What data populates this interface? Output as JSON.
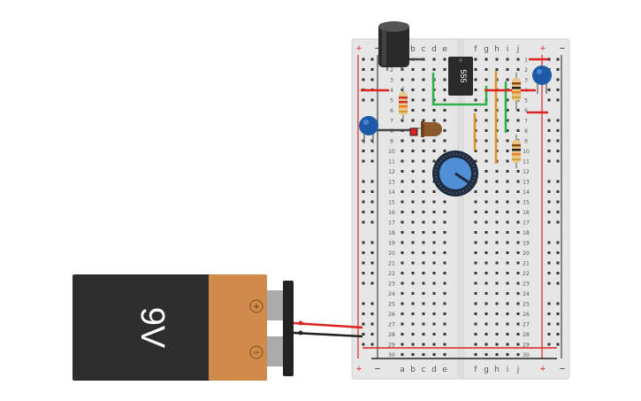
{
  "breadboard": {
    "columns_left": [
      "a",
      "b",
      "c",
      "d",
      "e"
    ],
    "columns_right": [
      "f",
      "g",
      "h",
      "i",
      "j"
    ],
    "row_numbers": [
      "1",
      "2",
      "3",
      "4",
      "5",
      "6",
      "7",
      "8",
      "9",
      "10",
      "11",
      "12",
      "13",
      "14",
      "15",
      "16",
      "17",
      "18",
      "19",
      "20",
      "21",
      "22",
      "23",
      "24",
      "25",
      "26",
      "27",
      "28",
      "29",
      "30"
    ],
    "rail_plus": "+",
    "rail_minus": "−",
    "colors": {
      "board": "#e8e8e8",
      "rail_red": "#d22",
      "rail_black": "#222",
      "hole": "#333"
    }
  },
  "battery": {
    "label": "9V",
    "plus_symbol": "+",
    "minus_symbol": "−",
    "colors": {
      "body": "#2e2e2e",
      "band": "#d08a4a"
    }
  },
  "ic": {
    "label": "555"
  },
  "components": {
    "capacitor_electrolytic": "electrolytic-capacitor",
    "capacitor_ceramic": "ceramic-capacitor",
    "resistor": "resistor",
    "led": "led",
    "potentiometer": "potentiometer"
  }
}
